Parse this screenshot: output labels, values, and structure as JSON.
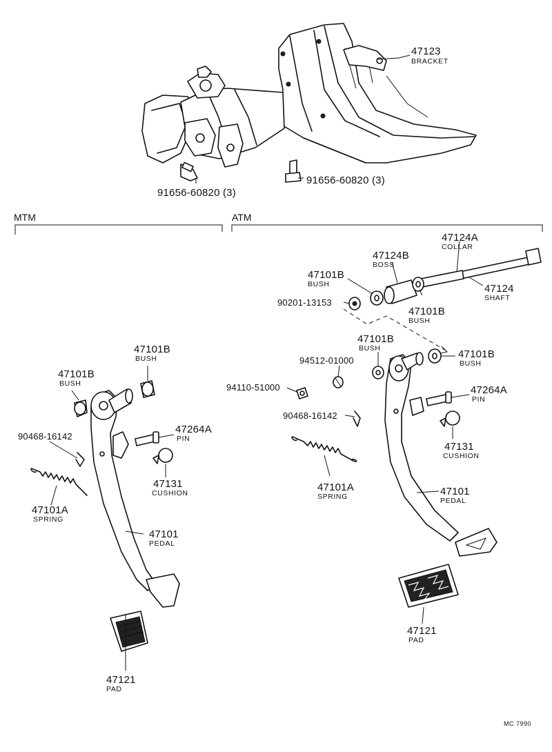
{
  "sections": {
    "mtm": "MTM",
    "atm": "ATM"
  },
  "labels": {
    "bracket_no": "47123",
    "bracket": "BRACKET",
    "bolt_left": "91656-60820 (3)",
    "bolt_right": "91656-60820 (3)",
    "m_bush1_no": "47101B",
    "m_bush1": "BUSH",
    "m_bush2_no": "47101B",
    "m_bush2": "BUSH",
    "m_clip_no": "90468-16142",
    "m_pin_no": "47264A",
    "m_pin": "PIN",
    "m_cush_no": "47131",
    "m_cush": "CUSHION",
    "m_spring_no": "47101A",
    "m_spring": "SPRING",
    "m_pedal_no": "47101",
    "m_pedal": "PEDAL",
    "m_pad_no": "47121",
    "m_pad": "PAD",
    "a_collar_no": "47124A",
    "a_collar": "COLLAR",
    "a_boss_no": "47124B",
    "a_boss": "BOSS",
    "a_bush1_no": "47101B",
    "a_bush1": "BUSH",
    "a_shaft_no": "47124",
    "a_shaft": "SHAFT",
    "a_washer_no": "90201-13153",
    "a_bush2_no": "47101B",
    "a_bush2": "BUSH",
    "a_bush3_no": "47101B",
    "a_bush3": "BUSH",
    "a_bush4_no": "47101B",
    "a_bush4": "BUSH",
    "a_lockw_no": "94512-01000",
    "a_nut_no": "94110-51000",
    "a_clip_no": "90468-16142",
    "a_pin_no": "47264A",
    "a_pin": "PIN",
    "a_cush_no": "47131",
    "a_cush": "CUSHION",
    "a_spring_no": "47101A",
    "a_spring": "SPRING",
    "a_pedal_no": "47101",
    "a_pedal": "PEDAL",
    "a_pad_no": "47121",
    "a_pad": "PAD",
    "footer": "MC 7990"
  }
}
